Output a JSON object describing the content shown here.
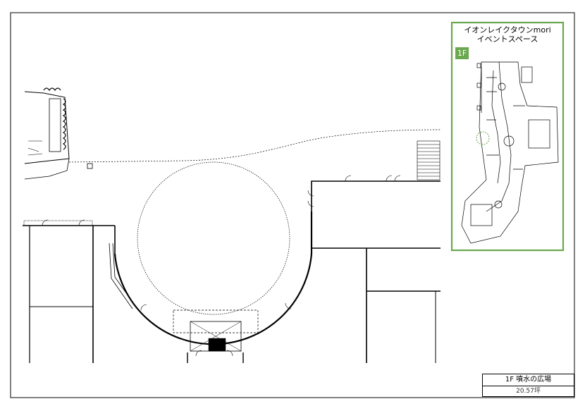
{
  "inset": {
    "title_line1": "イオンレイクタウンmori",
    "title_line2": "イベントスペース",
    "floor_badge": "1F"
  },
  "title_block": {
    "name": "1F  噴水の広場",
    "area": "20.57坪"
  },
  "colors": {
    "inset_border": "#6aa84f",
    "floor_badge_bg": "#6aa84f",
    "line": "#000000"
  }
}
